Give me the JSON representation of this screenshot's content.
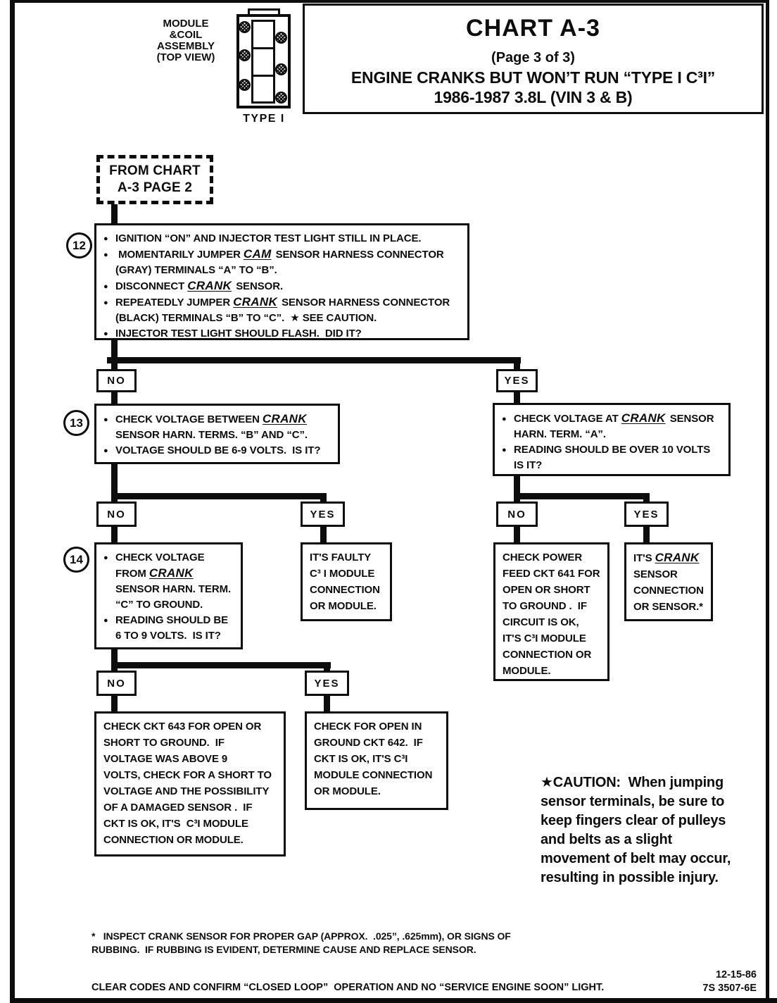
{
  "palette": {
    "ink": "#0d0d0d",
    "paper": "#ffffff"
  },
  "bullet_glyph": "●",
  "module_diagram": {
    "label_lines": [
      "MODULE",
      "&COIL",
      "ASSEMBLY",
      "(TOP VIEW)"
    ],
    "type_label": "TYPE I"
  },
  "title_block": {
    "title": "CHART A-3",
    "page_note": "(Page 3 of 3)",
    "heading": "ENGINE CRANKS BUT WON’T RUN “TYPE I C³I”",
    "model_line": "1986-1987  3.8L  (VIN 3 & B)"
  },
  "flow": {
    "entry_lines": [
      "FROM CHART",
      "A-3 PAGE 2"
    ],
    "no_label": "NO",
    "yes_label": "YES",
    "step12": {
      "number": "12",
      "items": [
        {
          "bullet": true,
          "seg": [
            {
              "t": "IGNITION “ON” AND INJECTOR TEST LIGHT STILL IN PLACE."
            }
          ]
        },
        {
          "bullet": true,
          "seg": [
            {
              "t": " MOMENTARILY JUMPER "
            },
            {
              "t": "CAM",
              "u": true
            },
            {
              "t": " SENSOR HARNESS CONNECTOR"
            }
          ]
        },
        {
          "ind": true,
          "seg": [
            {
              "t": "(GRAY) TERMINALS “A” TO “B”."
            }
          ]
        },
        {
          "bullet": true,
          "seg": [
            {
              "t": "DISCONNECT "
            },
            {
              "t": "CRANK",
              "u": true
            },
            {
              "t": " SENSOR."
            }
          ]
        },
        {
          "bullet": true,
          "seg": [
            {
              "t": "REPEATEDLY JUMPER "
            },
            {
              "t": "CRANK",
              "u": true
            },
            {
              "t": " SENSOR HARNESS CONNECTOR"
            }
          ]
        },
        {
          "ind": true,
          "seg": [
            {
              "t": "(BLACK) TERMINALS “B” TO “C”.  ★ SEE CAUTION."
            }
          ]
        },
        {
          "bullet": true,
          "seg": [
            {
              "t": "INJECTOR TEST LIGHT SHOULD FLASH.  DID IT?"
            }
          ]
        }
      ]
    },
    "step13": {
      "number": "13",
      "items": [
        {
          "bullet": true,
          "seg": [
            {
              "t": "CHECK VOLTAGE BETWEEN "
            },
            {
              "t": "CRANK",
              "u": true
            }
          ]
        },
        {
          "ind": true,
          "seg": [
            {
              "t": "SENSOR HARN. TERMS. “B” AND “C”."
            }
          ]
        },
        {
          "bullet": true,
          "seg": [
            {
              "t": "VOLTAGE SHOULD BE 6-9 VOLTS.  IS IT?"
            }
          ]
        }
      ]
    },
    "check_voltage_at_crank": {
      "items": [
        {
          "bullet": true,
          "seg": [
            {
              "t": "CHECK VOLTAGE AT "
            },
            {
              "t": "CRANK",
              "u": true
            },
            {
              "t": " SENSOR"
            }
          ]
        },
        {
          "ind": true,
          "seg": [
            {
              "t": "HARN. TERM. “A”."
            }
          ]
        },
        {
          "bullet": true,
          "seg": [
            {
              "t": "READING SHOULD BE OVER 10 VOLTS"
            }
          ]
        },
        {
          "ind": true,
          "seg": [
            {
              "t": "IS IT?"
            }
          ]
        }
      ]
    },
    "step14": {
      "number": "14",
      "items": [
        {
          "bullet": true,
          "seg": [
            {
              "t": "CHECK VOLTAGE"
            }
          ]
        },
        {
          "ind": true,
          "seg": [
            {
              "t": "FROM "
            },
            {
              "t": "CRANK",
              "u": true
            }
          ]
        },
        {
          "ind": true,
          "seg": [
            {
              "t": "SENSOR HARN. TERM."
            }
          ]
        },
        {
          "ind": true,
          "seg": [
            {
              "t": "“C” TO GROUND."
            }
          ]
        },
        {
          "bullet": true,
          "seg": [
            {
              "t": "READING SHOULD BE"
            }
          ]
        },
        {
          "ind": true,
          "seg": [
            {
              "t": "6 TO 9 VOLTS.  IS IT?"
            }
          ]
        }
      ]
    },
    "faulty_module": {
      "lines": [
        "IT'S FAULTY",
        "C³ I MODULE",
        "CONNECTION",
        "OR MODULE."
      ]
    },
    "check_power_feed": {
      "lines": [
        "CHECK POWER",
        "FEED CKT 641 FOR",
        "OPEN OR SHORT",
        "TO GROUND .  IF",
        "CIRCUIT IS OK,",
        "IT'S C³I MODULE",
        "CONNECTION OR",
        "MODULE."
      ]
    },
    "crank_sensor_connection": {
      "items": [
        {
          "seg": [
            {
              "t": "IT'S "
            },
            {
              "t": "CRANK",
              "u": true
            }
          ]
        },
        {
          "seg": [
            {
              "t": "SENSOR"
            }
          ]
        },
        {
          "seg": [
            {
              "t": "CONNECTION"
            }
          ]
        },
        {
          "seg": [
            {
              "t": "OR SENSOR.*"
            }
          ]
        }
      ]
    },
    "check_ckt643": {
      "lines": [
        "CHECK CKT 643 FOR OPEN OR",
        "SHORT TO GROUND.  IF",
        "VOLTAGE WAS ABOVE 9",
        "VOLTS, CHECK FOR A SHORT TO",
        "VOLTAGE AND THE POSSIBILITY",
        "OF A DAMAGED SENSOR .  IF",
        "CKT IS OK, IT'S  C³I MODULE",
        "CONNECTION OR MODULE."
      ]
    },
    "check_ckt642": {
      "lines": [
        "CHECK FOR OPEN IN",
        "GROUND CKT 642.  IF",
        "CKT IS OK, IT'S C³I",
        "MODULE CONNECTION",
        "OR MODULE."
      ]
    }
  },
  "caution": {
    "lines": [
      "★CAUTION:  When jumping",
      "sensor terminals, be sure to",
      "keep fingers clear of pulleys",
      "and belts as a slight",
      "movement of belt may occur,",
      "resulting in possible injury."
    ]
  },
  "footnotes": {
    "asterisk_lines": [
      "*   INSPECT CRANK SENSOR FOR PROPER GAP (APPROX.  .025”, .625mm), OR SIGNS OF",
      "RUBBING.  IF RUBBING IS EVIDENT, DETERMINE CAUSE AND REPLACE SENSOR."
    ],
    "closing_line": "CLEAR CODES AND CONFIRM “CLOSED LOOP”  OPERATION AND NO “SERVICE ENGINE SOON” LIGHT.",
    "date": "12-15-86",
    "doc_id": "7S 3507-6E"
  }
}
